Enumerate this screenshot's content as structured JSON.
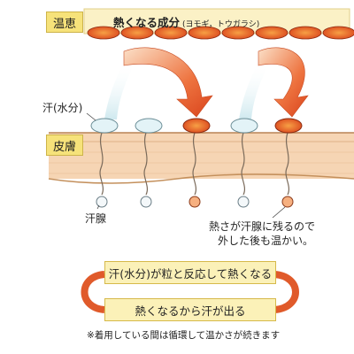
{
  "top_label": "温恵",
  "top_heading": "熱くなる成分",
  "top_heading_sub": "(ヨモギ，トウガラシ)",
  "sweat_label": "汗(水分)",
  "skin_label": "皮膚",
  "gland_label": "汗腺",
  "note_line1": "熱さが汗腺に残るので",
  "note_line2": "外した後も温かい。",
  "cycle_top": "汗(水分)が粒と反応して熱くなる",
  "cycle_bottom": "熱くなるから汗が出る",
  "footnote": "※着用している間は循環して温かさが続きます",
  "colors": {
    "skin": "#f6d5b4",
    "skin_line": "#c4905c",
    "heat_red": "#d9431c",
    "water_blue": "#dff1f6",
    "label_yellow": "#f6e27a",
    "cycle_box": "#fbf1b8"
  }
}
